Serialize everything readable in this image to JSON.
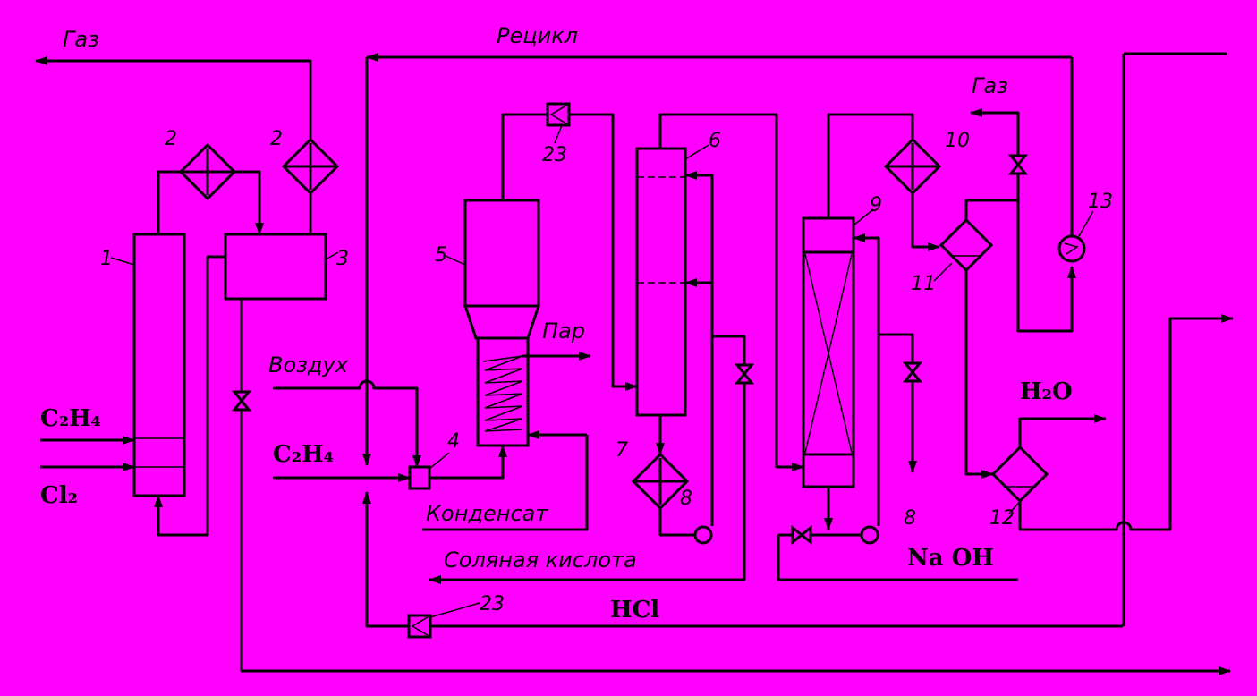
{
  "labels": {
    "gas_left": "Газ",
    "recycle": "Рецикл",
    "gas_right": "Газ",
    "steam": "Пар",
    "air": "Воздух",
    "c2h4_left": "C₂H₄",
    "cl2": "Cl₂",
    "c2h4_mid": "C₂H₄",
    "condensate": "Конденсат",
    "hcl_acid": "Соляная кислота",
    "hcl": "HCl",
    "naoh": "Na OH",
    "water": "H₂O"
  },
  "numbers": {
    "n1": "1",
    "n2a": "2",
    "n2b": "2",
    "n3": "3",
    "n4": "4",
    "n5": "5",
    "n6": "6",
    "n7": "7",
    "n8a": "8",
    "n8b": "8",
    "n9": "9",
    "n10": "10",
    "n11": "11",
    "n12": "12",
    "n13": "13",
    "n23a": "23",
    "n23b": "23"
  }
}
